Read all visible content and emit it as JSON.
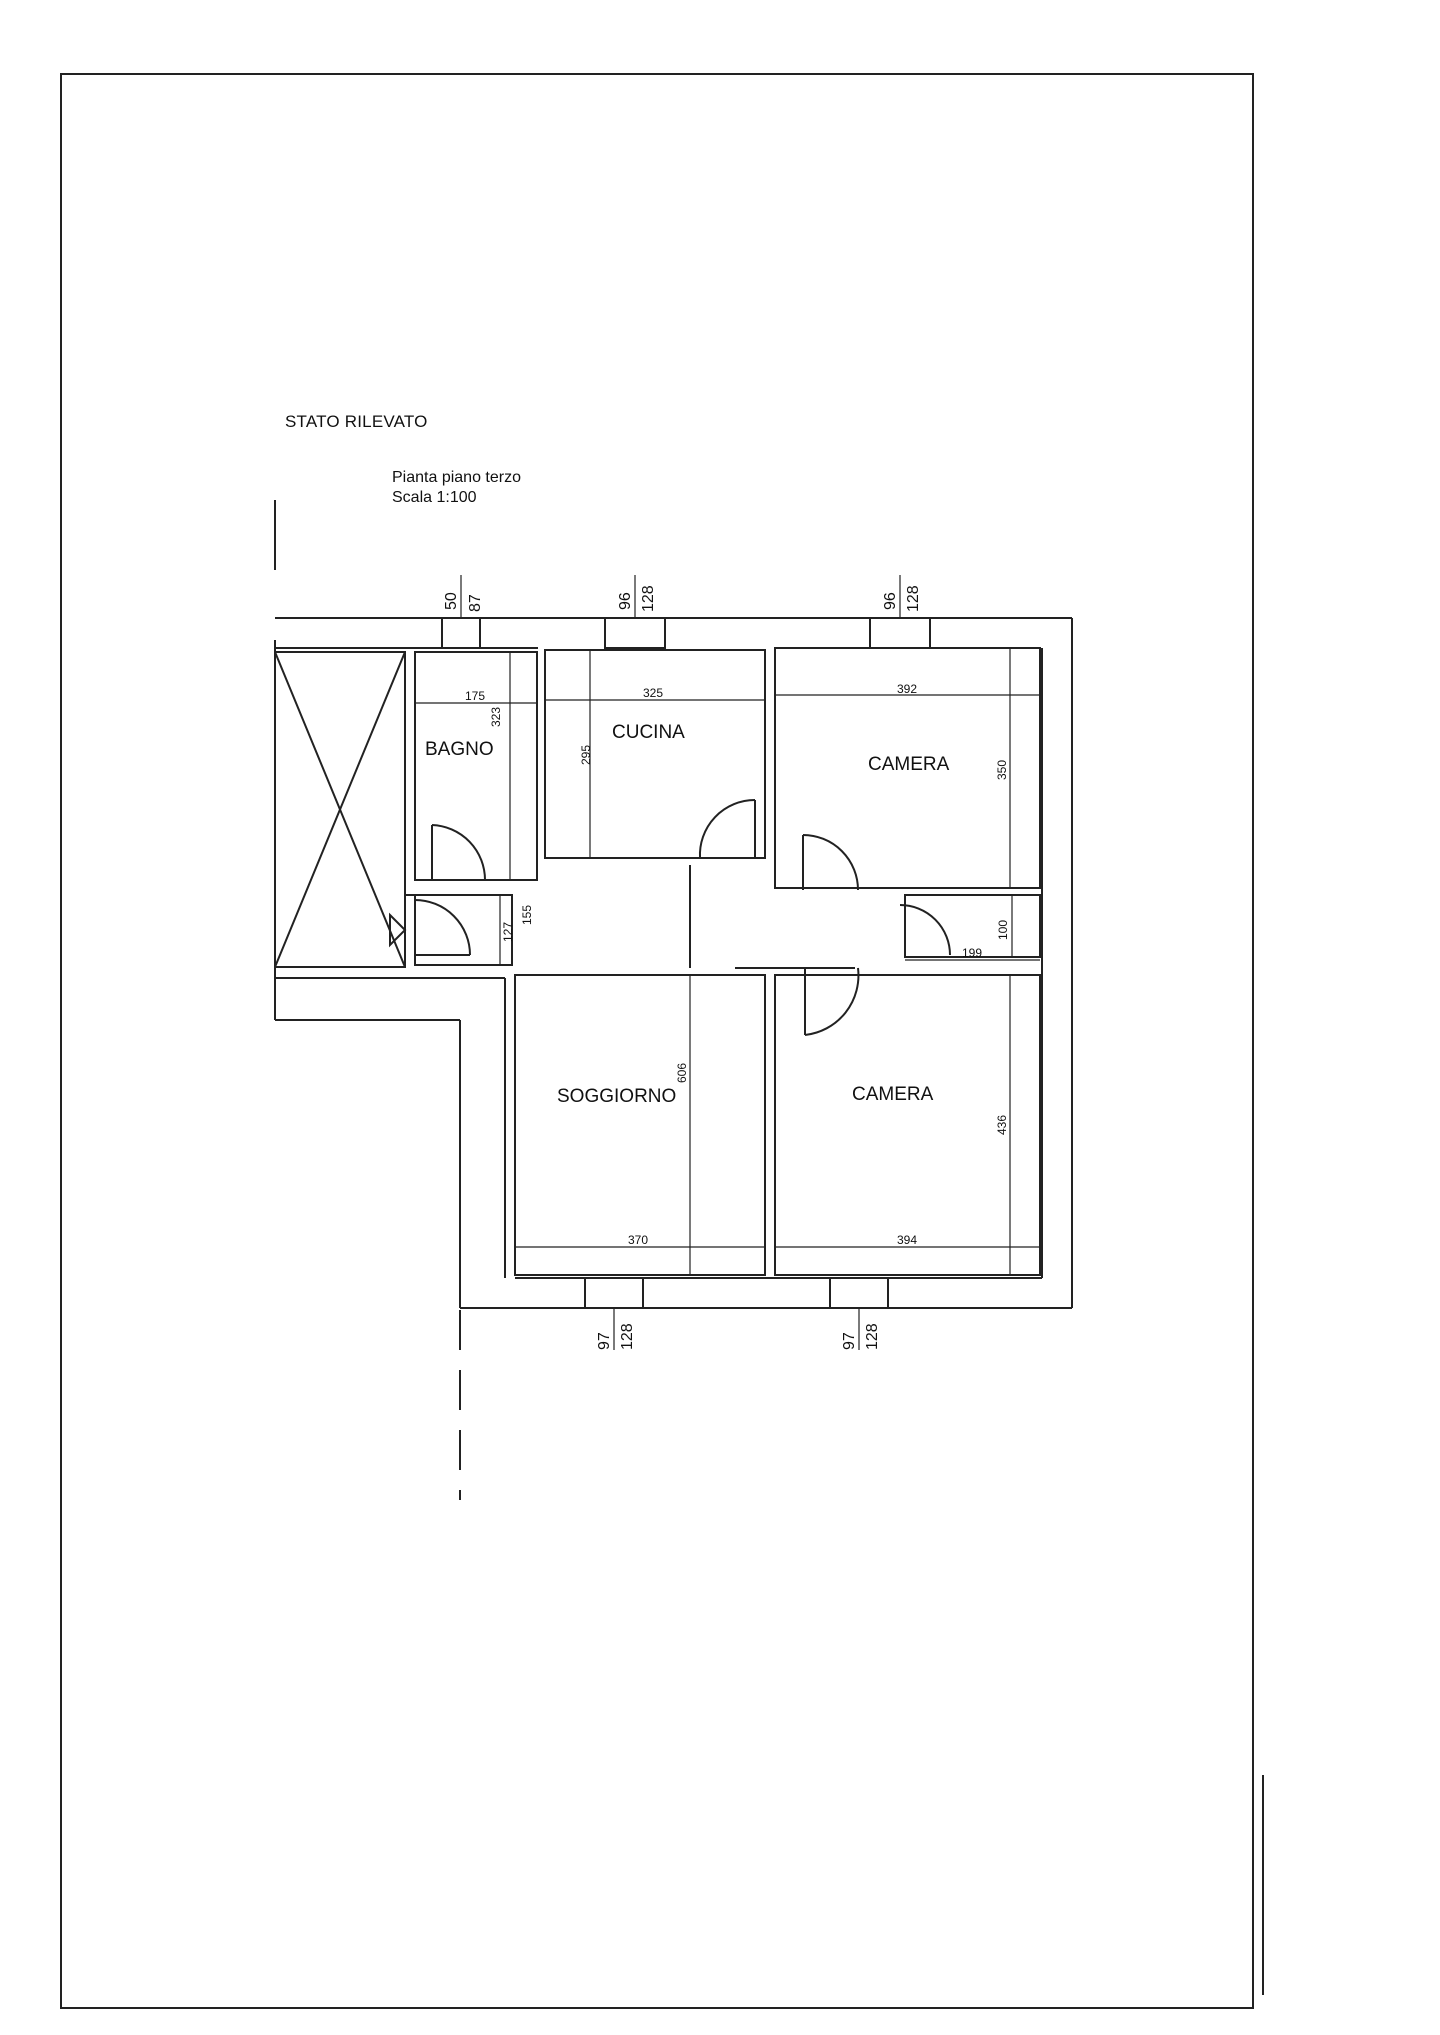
{
  "header": {
    "title": "STATO RILEVATO",
    "plan_name": "Pianta piano terzo",
    "scale": "Scala 1:100"
  },
  "rooms": {
    "bagno": "BAGNO",
    "cucina": "CUCINA",
    "camera_top": "CAMERA",
    "soggiorno": "SOGGIORNO",
    "camera_bottom": "CAMERA"
  },
  "dimensions": {
    "bagno_width": "175",
    "bagno_height": "323",
    "cucina_width": "325",
    "cucina_height": "295",
    "camera_top_width": "392",
    "camera_top_height": "350",
    "corridor_a": "127",
    "corridor_b": "155",
    "closet_height": "100",
    "closet_width": "199",
    "soggiorno_height": "606",
    "soggiorno_width": "370",
    "camera_bottom_height": "436",
    "camera_bottom_width": "394"
  },
  "windows": {
    "top_bagno": [
      "50",
      "87"
    ],
    "top_cucina": [
      "96",
      "128"
    ],
    "top_camera": [
      "96",
      "128"
    ],
    "bottom_soggiorno": [
      "97",
      "128"
    ],
    "bottom_camera": [
      "97",
      "128"
    ]
  }
}
